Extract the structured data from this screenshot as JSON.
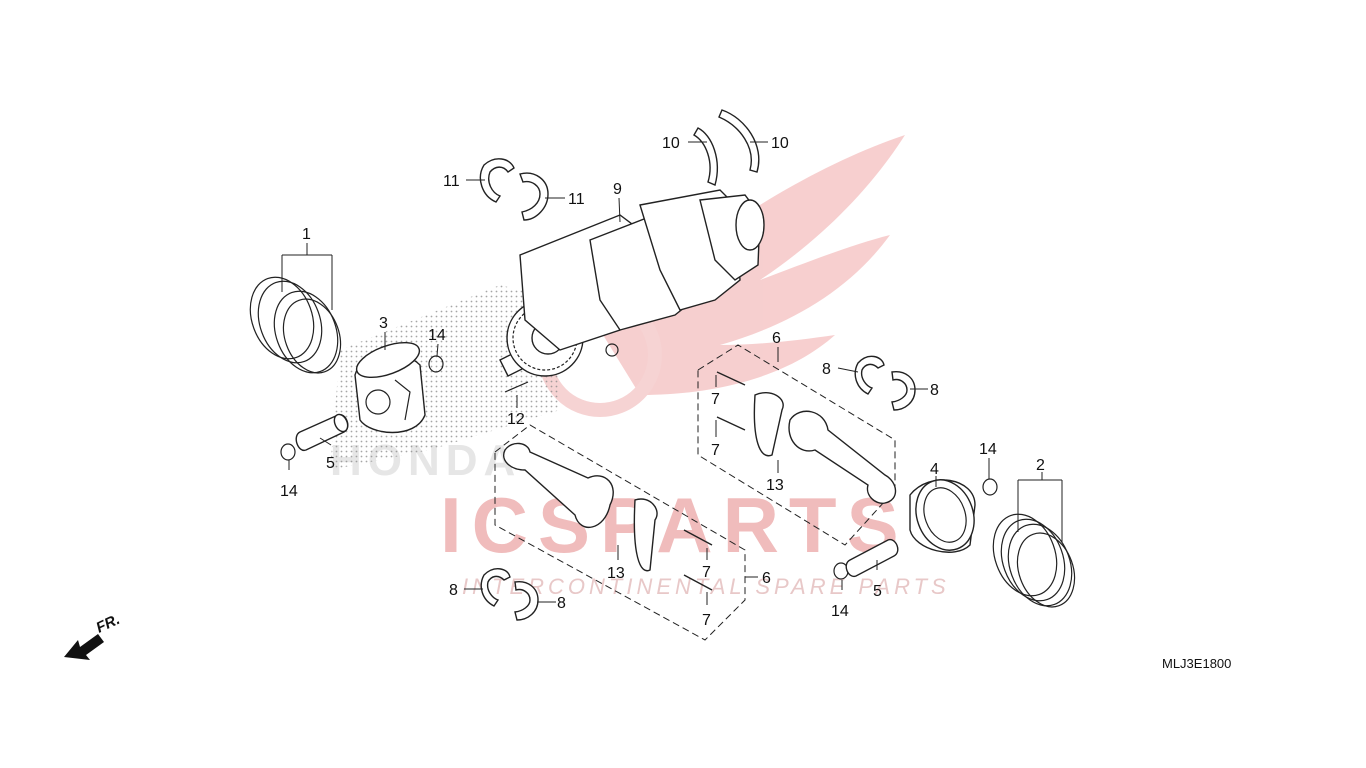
{
  "diagram": {
    "drawing_code": "MLJ3E1800",
    "front_indicator": "FR.",
    "watermark": {
      "brand": "ICSPARTS",
      "tagline": "INTERCONTINENTAL SPARE PARTS",
      "maker": "HONDA",
      "color": "#e8a0a0"
    },
    "callouts": [
      {
        "id": "c1",
        "number": "1"
      },
      {
        "id": "c2",
        "number": "2"
      },
      {
        "id": "c3",
        "number": "3"
      },
      {
        "id": "c4",
        "number": "4"
      },
      {
        "id": "c5a",
        "number": "5"
      },
      {
        "id": "c5b",
        "number": "5"
      },
      {
        "id": "c6a",
        "number": "6"
      },
      {
        "id": "c6b",
        "number": "6"
      },
      {
        "id": "c7a",
        "number": "7"
      },
      {
        "id": "c7b",
        "number": "7"
      },
      {
        "id": "c7c",
        "number": "7"
      },
      {
        "id": "c7d",
        "number": "7"
      },
      {
        "id": "c8a",
        "number": "8"
      },
      {
        "id": "c8b",
        "number": "8"
      },
      {
        "id": "c8c",
        "number": "8"
      },
      {
        "id": "c8d",
        "number": "8"
      },
      {
        "id": "c9",
        "number": "9"
      },
      {
        "id": "c10a",
        "number": "10"
      },
      {
        "id": "c10b",
        "number": "10"
      },
      {
        "id": "c11a",
        "number": "11"
      },
      {
        "id": "c11b",
        "number": "11"
      },
      {
        "id": "c12",
        "number": "12"
      },
      {
        "id": "c13a",
        "number": "13"
      },
      {
        "id": "c13b",
        "number": "13"
      },
      {
        "id": "c14a",
        "number": "14"
      },
      {
        "id": "c14b",
        "number": "14"
      },
      {
        "id": "c14c",
        "number": "14"
      },
      {
        "id": "c14d",
        "number": "14"
      }
    ]
  }
}
